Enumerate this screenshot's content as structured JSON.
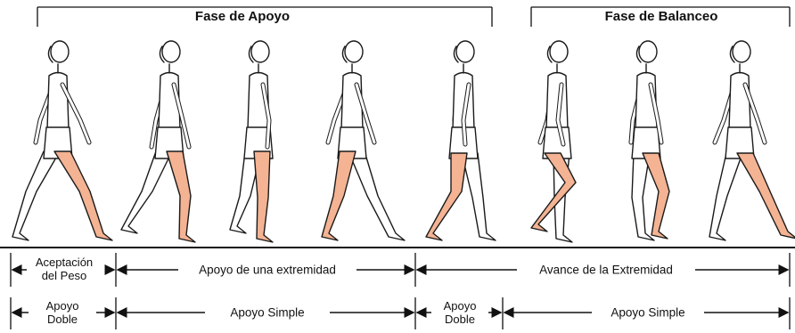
{
  "phases": {
    "stance": "Fase de Apoyo",
    "swing": "Fase de Balanceo"
  },
  "row1": {
    "weight_acceptance": {
      "line1": "Aceptación",
      "line2": "del Peso"
    },
    "single_limb_support": "Apoyo de una extremidad",
    "limb_advancement": "Avance de la Extremidad"
  },
  "row2": {
    "double_support_1": {
      "line1": "Apoyo",
      "line2": "Doble"
    },
    "single_support_1": "Apoyo Simple",
    "double_support_2": {
      "line1": "Apoyo",
      "line2": "Doble"
    },
    "single_support_2": "Apoyo Simple"
  },
  "colors": {
    "highlight_leg": "#f4b393",
    "outline": "#1a1a1a",
    "background": "#ffffff"
  },
  "figures": [
    {
      "name": "walker-1"
    },
    {
      "name": "walker-2"
    },
    {
      "name": "walker-3"
    },
    {
      "name": "walker-4"
    },
    {
      "name": "walker-5"
    },
    {
      "name": "walker-6"
    },
    {
      "name": "walker-7"
    },
    {
      "name": "walker-8"
    }
  ]
}
